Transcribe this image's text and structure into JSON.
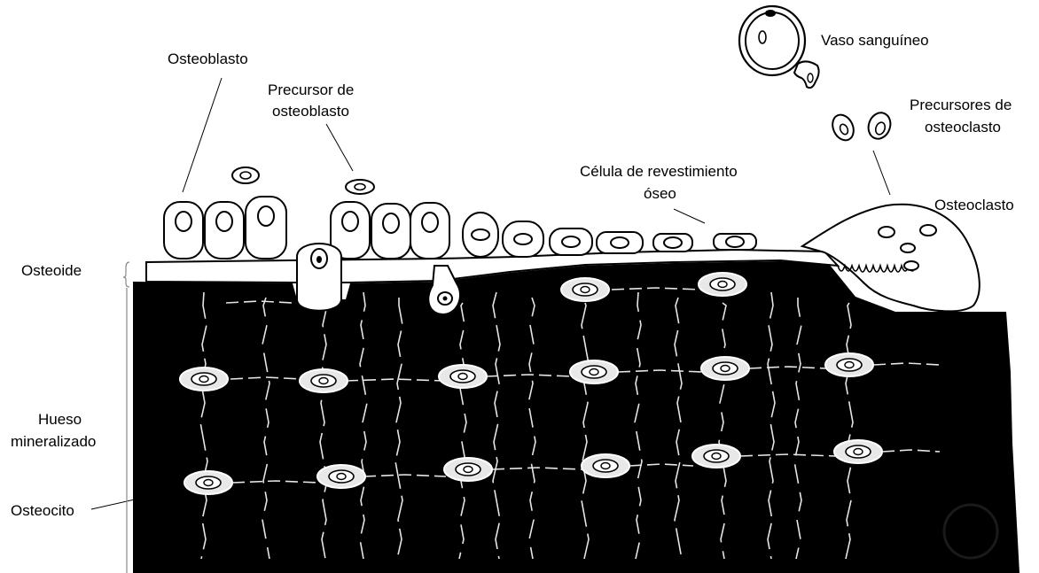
{
  "figure": {
    "labels": {
      "osteoblasto": "Osteoblasto",
      "precursor_osteoblasto_1": "Precursor de",
      "precursor_osteoblasto_2": "osteoblasto",
      "vaso_sanguineo": "Vaso sanguíneo",
      "precursores_osteoclasto_1": "Precursores de",
      "precursores_osteoclasto_2": "osteoclasto",
      "celula_revestimiento_1": "Célula de revestimiento",
      "celula_revestimiento_2": "óseo",
      "osteoclasto": "Osteoclasto",
      "osteoide": "Osteoide",
      "hueso_mineralizado_1": "Hueso",
      "hueso_mineralizado_2": "mineralizado",
      "osteocito": "Osteocito"
    },
    "colors": {
      "bone": "#000000",
      "cell_fill": "#ffffff",
      "outline": "#000000",
      "osteocyte_fill": "#e8e8e8",
      "canaliculi": "#ffffff"
    }
  }
}
